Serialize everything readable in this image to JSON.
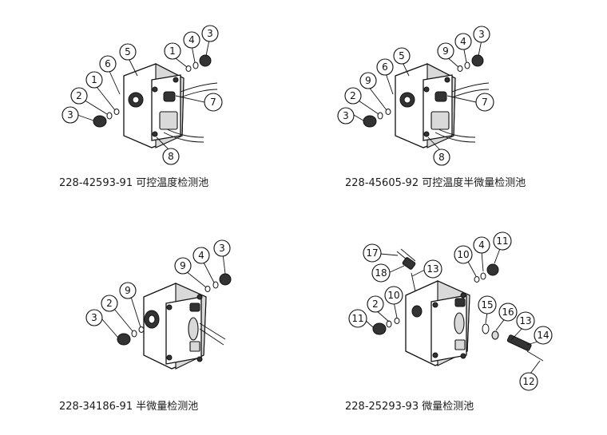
{
  "panels": [
    {
      "id": "tl",
      "caption": "228-42593-91 可控温度检测池",
      "callouts": [
        "1",
        "4",
        "3",
        "6",
        "5",
        "1",
        "2",
        "3",
        "7",
        "8"
      ]
    },
    {
      "id": "tr",
      "caption": "228-45605-92 可控温度半微量检测池",
      "callouts": [
        "9",
        "4",
        "3",
        "6",
        "5",
        "9",
        "2",
        "3",
        "7",
        "8"
      ]
    },
    {
      "id": "bl",
      "caption": "228-34186-91 半微量检测池",
      "callouts": [
        "9",
        "4",
        "3",
        "2",
        "9",
        "3"
      ]
    },
    {
      "id": "br",
      "caption": "228-25293-93 微量检测池",
      "callouts": [
        "17",
        "10",
        "4",
        "11",
        "18",
        "13",
        "2",
        "10",
        "11",
        "15",
        "16",
        "13",
        "14",
        "12"
      ]
    }
  ]
}
